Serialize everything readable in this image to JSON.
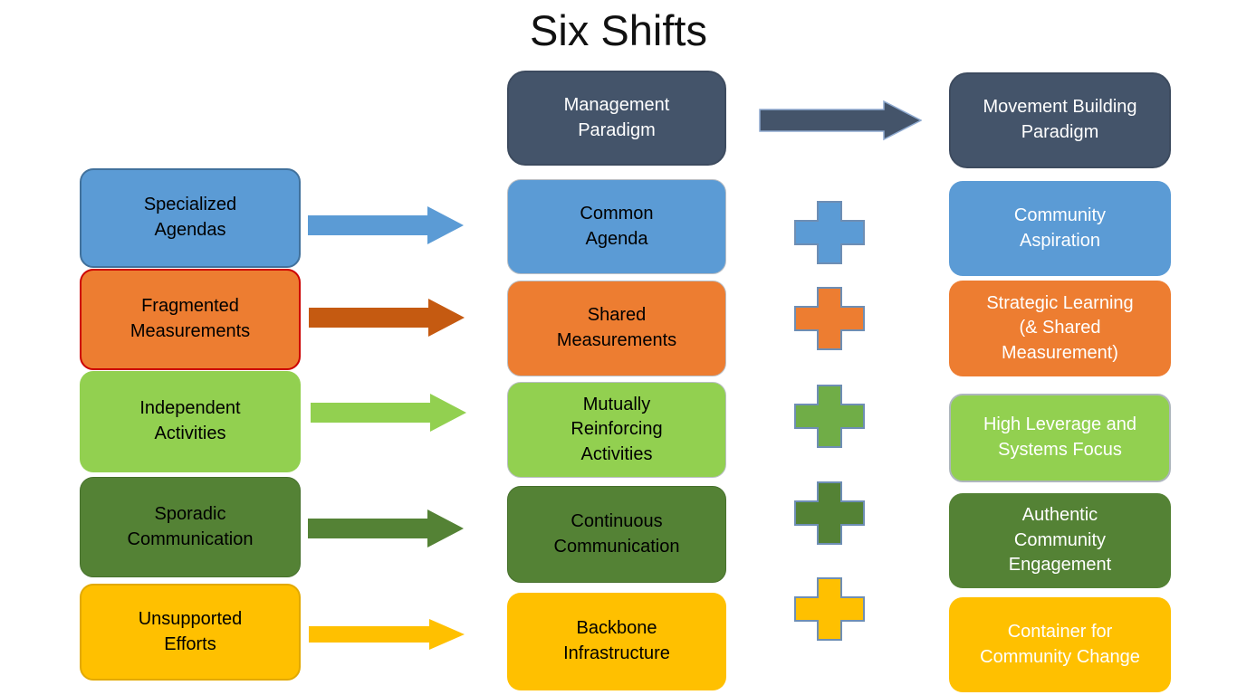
{
  "title": "Six Shifts",
  "palette": {
    "slate": "#44546A",
    "slate_border": "#3D4B5F",
    "blue": "#5B9BD5",
    "blue_border": "#41719C",
    "orange": "#ED7D31",
    "orange_box_border": "#CC0000",
    "orange_arrow": "#C55A11",
    "light_green": "#92D050",
    "medium_green_plus": "#70AD47",
    "dark_green": "#548235",
    "gold": "#FFC000",
    "gold_border": "#E2A900",
    "plus_outline": "#6E8EB4",
    "background": "#FFFFFF"
  },
  "header": {
    "from": "Management\nParadigm",
    "to": "Movement Building\nParadigm",
    "arrow_color": "#44546A",
    "arrow_outline": "#8FAAD0"
  },
  "rows": [
    {
      "left": "Specialized\nAgendas",
      "center": "Common\nAgenda",
      "right": "Community\nAspiration",
      "color": "#5B9BD5",
      "arrow_color": "#5B9BD5",
      "plus_color": "#5B9BD5"
    },
    {
      "left": "Fragmented\nMeasurements",
      "center": "Shared\nMeasurements",
      "right": "Strategic Learning\n(& Shared\nMeasurement)",
      "color": "#ED7D31",
      "arrow_color": "#C55A11",
      "plus_color": "#ED7D31"
    },
    {
      "left": "Independent\nActivities",
      "center": "Mutually\nReinforcing\nActivities",
      "right": "High Leverage and\nSystems Focus",
      "color": "#92D050",
      "arrow_color": "#92D050",
      "plus_color": "#70AD47"
    },
    {
      "left": "Sporadic\nCommunication",
      "center": "Continuous\nCommunication",
      "right": "Authentic\nCommunity\nEngagement",
      "color": "#548235",
      "arrow_color": "#548235",
      "plus_color": "#548235"
    },
    {
      "left": "Unsupported\nEfforts",
      "center": "Backbone\nInfrastructure",
      "right": "Container for\nCommunity Change",
      "color": "#FFC000",
      "arrow_color": "#FFC000",
      "plus_color": "#FFC000"
    }
  ]
}
